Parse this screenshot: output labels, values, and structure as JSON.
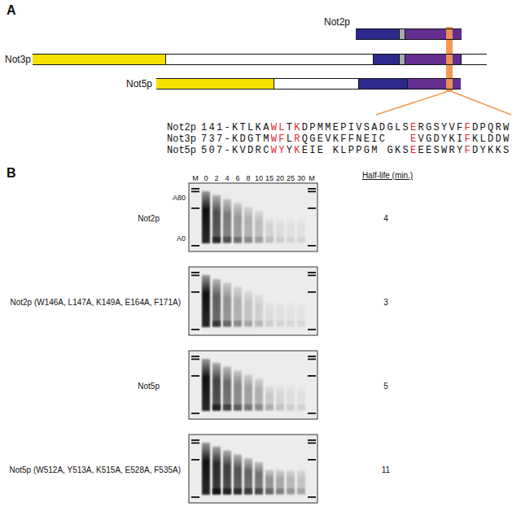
{
  "diagram": {
    "nodes": [
      {
        "text": [
          "Not2p"
        ]
      },
      {
        "text": [
          "Not3p"
        ]
      },
      {
        "text": [
          "Not5p"
        ]
      }
    ],
    "labels": [
      "A",
      "Not2p",
      "141-KTLKAWLTKDPMMEPIVSADGLSERGSYVFFDPQRW",
      "Not3p",
      "737-KDGTMWFLRQGEVKFFNEIC   EVGDYKIFKLDDW",
      "Not5p",
      "507-KVDRCWYYKEIE KLPPGM GKSEEESWRYFDYKKS",
      "B",
      "M",
      "0",
      "2",
      "4",
      "6",
      "8",
      "10",
      "15",
      "20",
      "25",
      "30",
      "M",
      "A80",
      "A0",
      "Half-life (min.)",
      "Not2p",
      "Not2p (W146A, L147A, K149A, E164A, F171A)",
      "Not5p",
      "Not5p (W512A, Y513A, K515A, E528A, F535A)",
      "4",
      "3",
      "5",
      "11"
    ]
  }
}
